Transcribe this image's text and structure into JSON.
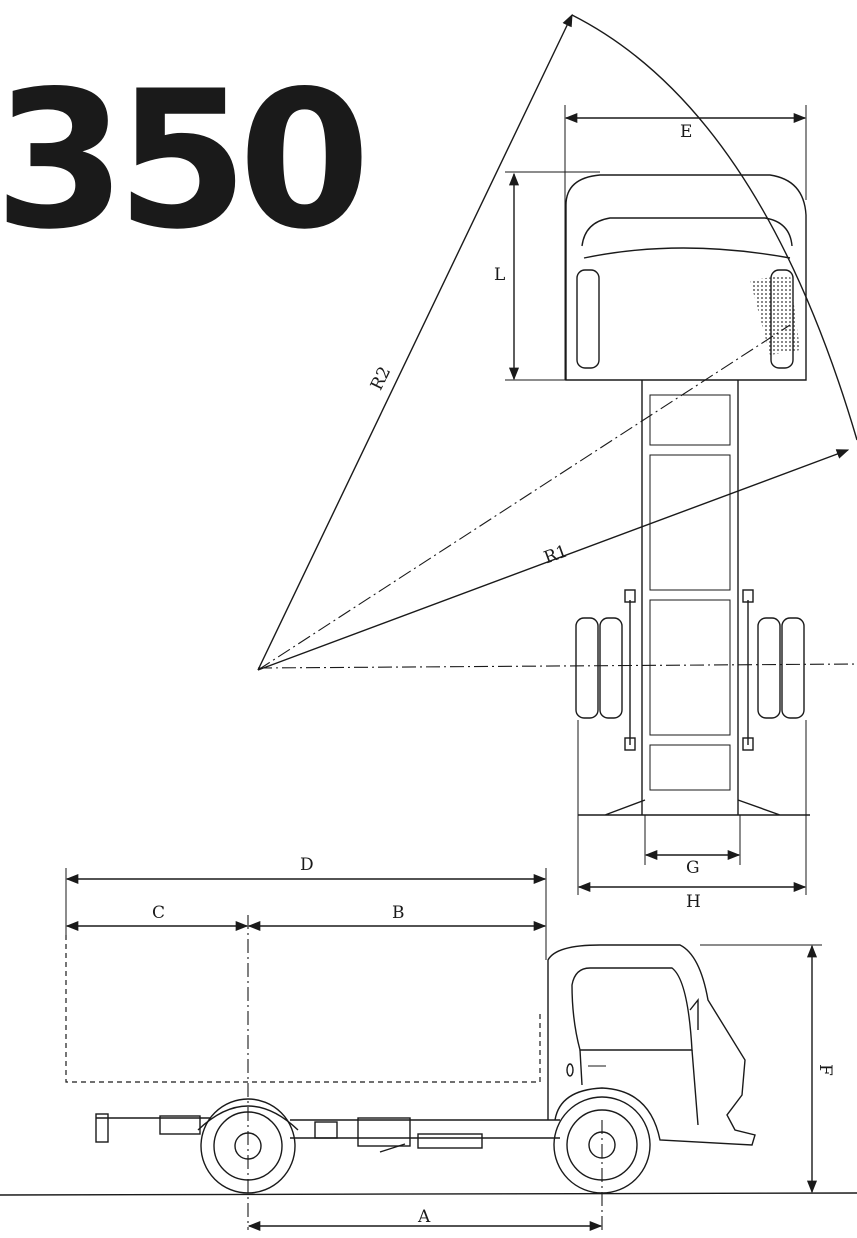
{
  "model": "350",
  "dimension_labels": {
    "A": "A",
    "B": "B",
    "C": "C",
    "D": "D",
    "E": "E",
    "F": "F",
    "G": "G",
    "H": "H",
    "L": "L",
    "R1": "R1",
    "R2": "R2"
  }
}
